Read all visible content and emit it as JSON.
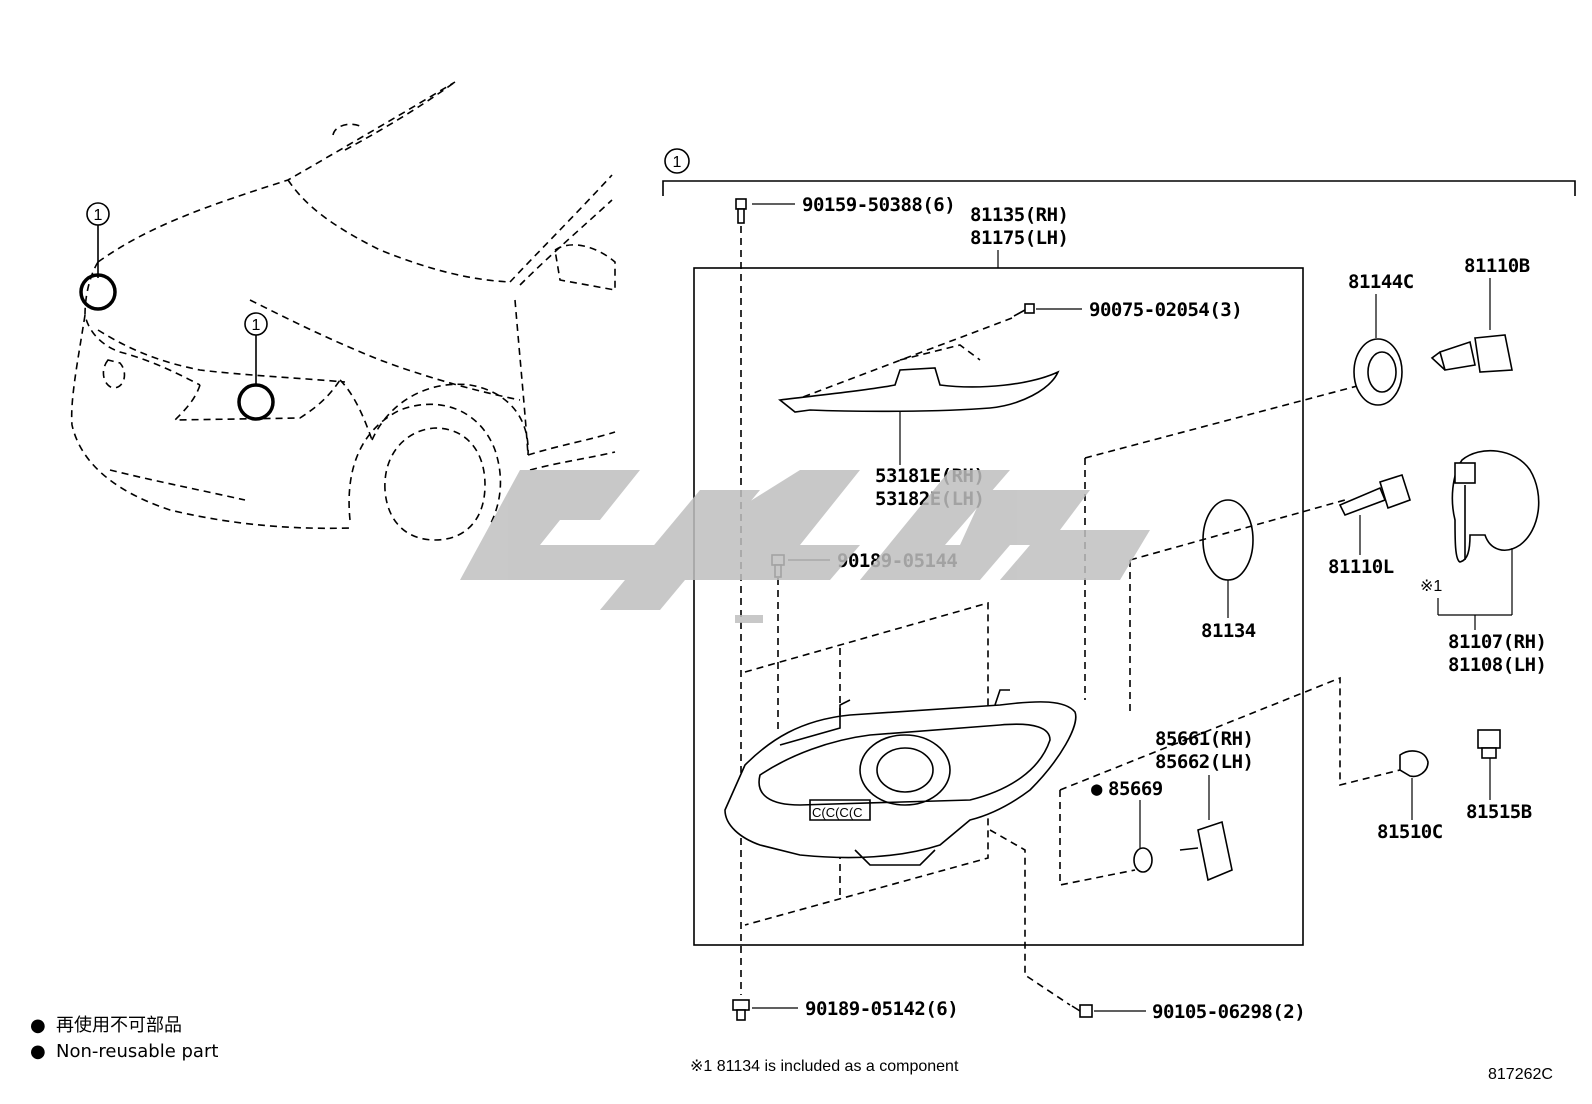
{
  "callout_marker": "1",
  "labels": {
    "bolt_top": "90159-50388(6)",
    "headlamp_unit_rh": "81135(RH)",
    "headlamp_unit_lh": "81175(LH)",
    "screw_small": "90075-02054(3)",
    "cover_rh": "53181E(RH)",
    "cover_lh": "53182E(LH)",
    "clip_mid": "90189-05144",
    "gasket": "81134",
    "socket_cover": "81144C",
    "bulb_hb": "81110B",
    "bulb_hid": "81110L",
    "ballast_rh": "81107(RH)",
    "ballast_lh": "81108(LH)",
    "ballast_note_mark": "※1",
    "actuator_rh": "85661(RH)",
    "actuator_lh": "85662(LH)",
    "oring": "85669",
    "bulb_wedge": "81510C",
    "socket_small": "81515B",
    "clip_bottom": "90189-05142(6)",
    "bolt_bottom": "90105-06298(2)"
  },
  "legend": {
    "items": [
      {
        "symbol": "●",
        "text": "再使用不可部品"
      },
      {
        "symbol": "●",
        "text": "Non-reusable part"
      }
    ]
  },
  "footnote": "※1 81134 is included as a component",
  "diagram_code": "817262C"
}
